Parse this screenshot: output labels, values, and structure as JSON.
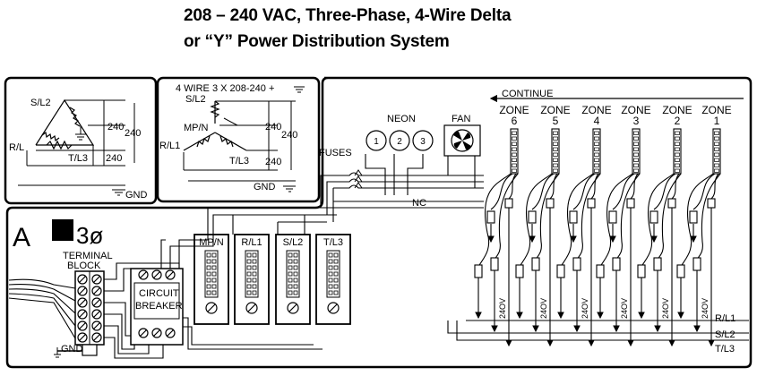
{
  "title_line1": "208 – 240 VAC, Three-Phase, 4-Wire Delta",
  "title_line2": "or “Y” Power Distribution System",
  "delta": {
    "sl2": "S/L2",
    "rl": "R/L",
    "tl3": "T/L3",
    "v240_a": "240",
    "v240_b": "240",
    "v240_c": "240",
    "gnd": "GND"
  },
  "wye": {
    "header": "4 WIRE 3 X 208-240 +",
    "sl2": "S/L2",
    "mpn": "MP/N",
    "rl1": "R/L1",
    "tl3": "T/L3",
    "v240_a": "240",
    "v240_b": "240",
    "v240_c": "240",
    "gnd": "GND"
  },
  "main": {
    "a_label": "A",
    "phase_label": "3ø",
    "terminal_block": [
      "TERMINAL",
      "BLOCK"
    ],
    "circuit_breaker": [
      "CIRCUIT",
      "BREAKER"
    ],
    "gnd": "GND",
    "fuses": "FUSES",
    "neon": "NEON",
    "fan": "FAN",
    "nc": "NC",
    "continue": "CONTINUE",
    "modules": [
      "MP/N",
      "R/L1",
      "S/L2",
      "T/L3"
    ],
    "zones": [
      {
        "label": "ZONE",
        "num": "6"
      },
      {
        "label": "ZONE",
        "num": "5"
      },
      {
        "label": "ZONE",
        "num": "4"
      },
      {
        "label": "ZONE",
        "num": "3"
      },
      {
        "label": "ZONE",
        "num": "2"
      },
      {
        "label": "ZONE",
        "num": "1"
      }
    ],
    "heater_voltage": "24OV",
    "bus": [
      "R/L1",
      "S/L2",
      "T/L3"
    ],
    "neon_pins": [
      "1",
      "2",
      "3"
    ]
  },
  "colors": {
    "line": "#000000",
    "background": "#ffffff"
  }
}
